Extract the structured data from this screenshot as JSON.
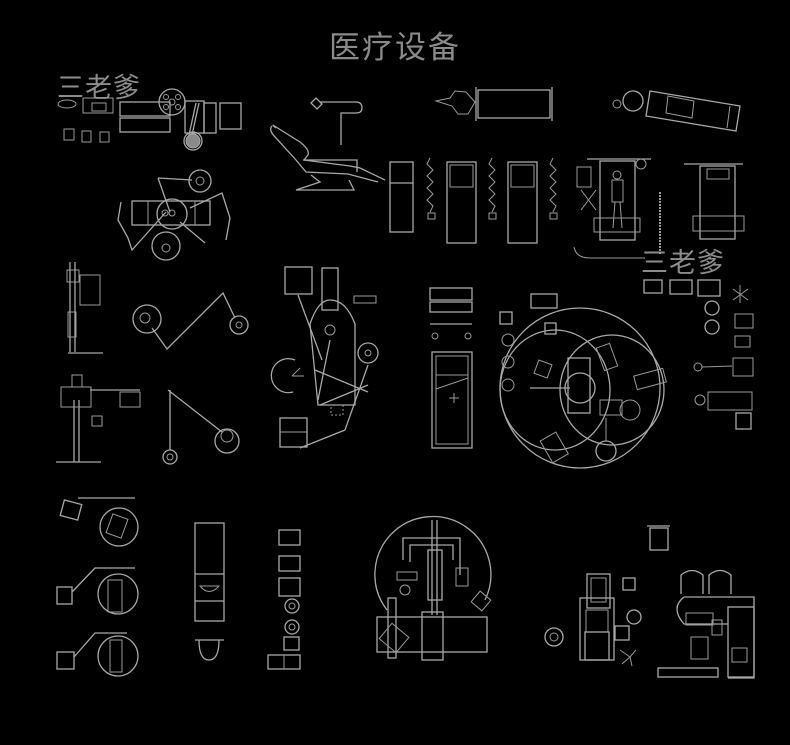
{
  "page": {
    "title": "医疗设备",
    "background": "#000000",
    "line_color": "#a8a8a8"
  },
  "watermarks": [
    {
      "text": "三老爹",
      "position": "top-left"
    },
    {
      "text": "三老爹",
      "position": "right-middle"
    }
  ],
  "symbols": [
    {
      "name": "dental-unit-top-view-small"
    },
    {
      "name": "dental-chair-side-view"
    },
    {
      "name": "stretcher-side-view"
    },
    {
      "name": "stretcher-angled"
    },
    {
      "name": "dental-unit-articulated-arms"
    },
    {
      "name": "cabinet-and-beds-with-cords"
    },
    {
      "name": "patient-bed-with-figure"
    },
    {
      "name": "hospital-bed-top-view"
    },
    {
      "name": "x-ray-column-stand"
    },
    {
      "name": "articulated-lamp-arm"
    },
    {
      "name": "surgical-ceiling-unit"
    },
    {
      "name": "column-stand-with-arm"
    },
    {
      "name": "floor-lamp-arm"
    },
    {
      "name": "trolley-front-view"
    },
    {
      "name": "operating-table-top-view"
    },
    {
      "name": "operating-room-layout-circles"
    },
    {
      "name": "small-equipment-icons-column"
    },
    {
      "name": "wall-arm-units"
    },
    {
      "name": "wash-cabinet-with-sink"
    },
    {
      "name": "small-fixtures-column"
    },
    {
      "name": "x-ray-c-arm-unit"
    },
    {
      "name": "dental-chair-top-view-with-console"
    }
  ]
}
